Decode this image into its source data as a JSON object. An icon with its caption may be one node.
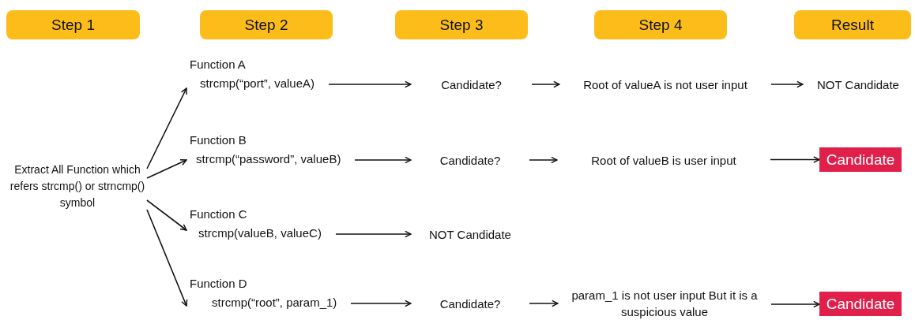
{
  "diagram": {
    "nodes": [
      {
        "text": [
          "Step 1"
        ]
      },
      {
        "text": [
          "Step 2"
        ]
      },
      {
        "text": [
          "Step 3"
        ]
      },
      {
        "text": [
          "Step 4"
        ]
      },
      {
        "text": [
          "Result"
        ]
      },
      {
        "text": [
          "Extract All Function which refers strcmp() or strncmp() symbol"
        ]
      },
      {
        "text": [
          "Function A",
          "strcmp(“port”, valueA)"
        ]
      },
      {
        "text": [
          "Candidate?"
        ]
      },
      {
        "text": [
          "Root of valueA is not user input"
        ]
      },
      {
        "text": [
          "NOT Candidate"
        ]
      },
      {
        "text": [
          "Function B",
          "strcmp(“password”, valueB)"
        ]
      },
      {
        "text": [
          "Candidate?"
        ]
      },
      {
        "text": [
          "Root of valueB is user input"
        ]
      },
      {
        "text": [
          "Candidate"
        ]
      },
      {
        "text": [
          "Function C",
          "strcmp(valueB, valueC)"
        ]
      },
      {
        "text": [
          "NOT Candidate"
        ]
      },
      {
        "text": [
          "Function D",
          "strcmp(“root”, param_1)"
        ]
      },
      {
        "text": [
          "Candidate?"
        ]
      },
      {
        "text": [
          "param_1 is not user input But it is a suspicious value"
        ]
      },
      {
        "text": [
          "Candidate"
        ]
      }
    ],
    "edges": [
      {
        "from": 5,
        "to": 6,
        "arrow": "to"
      },
      {
        "from": 5,
        "to": 10,
        "arrow": "to"
      },
      {
        "from": 5,
        "to": 14,
        "arrow": "to"
      },
      {
        "from": 5,
        "to": 16,
        "arrow": "to"
      },
      {
        "from": 6,
        "to": 7,
        "arrow": "to"
      },
      {
        "from": 7,
        "to": 8,
        "arrow": "to"
      },
      {
        "from": 8,
        "to": 9,
        "arrow": "to"
      },
      {
        "from": 10,
        "to": 11,
        "arrow": "to"
      },
      {
        "from": 11,
        "to": 12,
        "arrow": "to"
      },
      {
        "from": 12,
        "to": 13,
        "arrow": "to"
      },
      {
        "from": 14,
        "to": 15,
        "arrow": "to"
      },
      {
        "from": 16,
        "to": 17,
        "arrow": "to"
      },
      {
        "from": 17,
        "to": 18,
        "arrow": "to"
      },
      {
        "from": 18,
        "to": 19,
        "arrow": "to"
      }
    ]
  }
}
